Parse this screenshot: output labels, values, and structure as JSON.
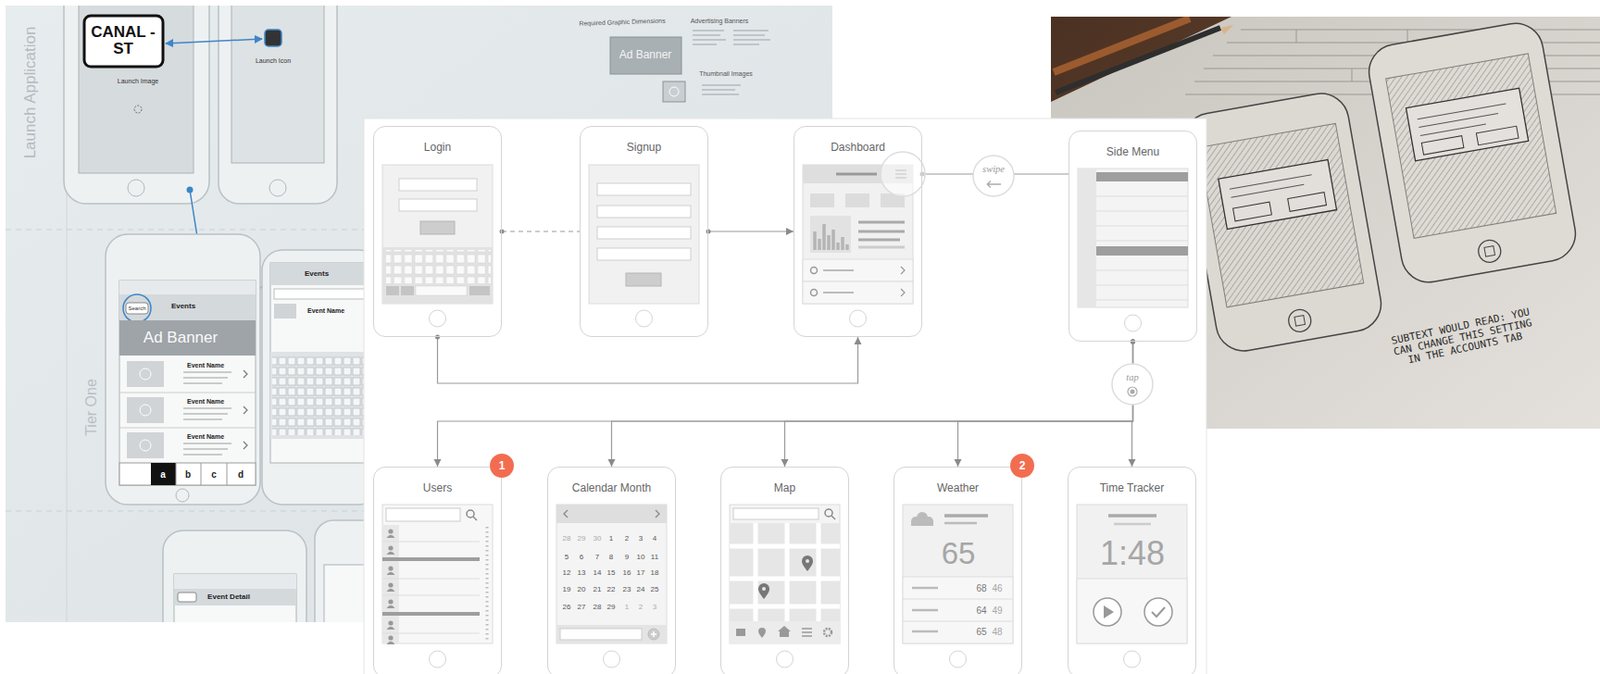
{
  "diagram": {
    "nodes": [
      {
        "text": [
          "Login"
        ]
      },
      {
        "text": [
          "Signup"
        ]
      },
      {
        "text": [
          "Dashboard"
        ]
      },
      {
        "text": [
          "Side Menu"
        ]
      },
      {
        "text": [
          "Users"
        ]
      },
      {
        "text": [
          "Calendar Month"
        ]
      },
      {
        "text": [
          "Map"
        ]
      },
      {
        "text": [
          "Weather"
        ]
      },
      {
        "text": [
          "Time Tracker"
        ]
      }
    ],
    "edges": [
      {
        "from": 0,
        "to": 1,
        "arrow": "none"
      },
      {
        "from": 1,
        "to": 2,
        "arrow": "to"
      },
      {
        "from": 0,
        "to": 2,
        "arrow": "to"
      },
      {
        "from": 2,
        "to": 3,
        "label": "swipe",
        "arrow": "none"
      },
      {
        "from": 3,
        "to": 4,
        "arrow": "to"
      },
      {
        "from": 3,
        "to": 5,
        "arrow": "to"
      },
      {
        "from": 3,
        "to": 6,
        "arrow": "to"
      },
      {
        "from": 3,
        "to": 7,
        "arrow": "to"
      },
      {
        "from": 3,
        "to": 8,
        "label": "tap",
        "arrow": "to"
      }
    ],
    "labels": [
      "1",
      "2",
      "28",
      "29",
      "30",
      "1",
      "2",
      "3",
      "4",
      "5",
      "6",
      "7",
      "8",
      "9",
      "10",
      "11",
      "12",
      "13",
      "14",
      "15",
      "16",
      "17",
      "18",
      "19",
      "20",
      "21",
      "22",
      "23",
      "24",
      "25",
      "26",
      "27",
      "28",
      "29",
      "1",
      "2",
      "3",
      "65",
      "68",
      "46",
      "64",
      "49",
      "65",
      "48",
      "1:48",
      "CANAL -ST",
      "Launch Image",
      "Launch Icon",
      "Launch Application",
      "Tier One",
      "Required Graphic Dimensions",
      "Ad Banner",
      "Advertising Banners",
      "Thumbnail Images",
      "Events",
      "Search",
      "Ad Banner",
      "Event Name",
      "Event Name",
      "Event Name",
      "a",
      "b",
      "c",
      "d",
      "Events",
      "Event Name",
      "Event Detail",
      "SUBTEXT WOULD READ: YOU CAN CHANGE THIS SETTING IN THE ACCOUNTS TAB"
    ]
  }
}
